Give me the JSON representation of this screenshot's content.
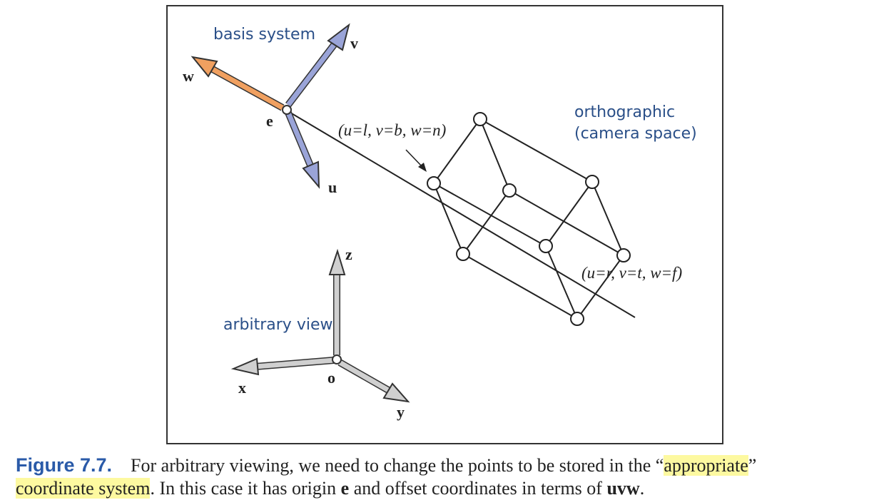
{
  "figure": {
    "labels": {
      "basis_system": "basis system",
      "orthographic_line1": "orthographic",
      "orthographic_line2": "(camera space)",
      "arbitrary_view": "arbitrary view",
      "near_corner": "(u=l, v=b, w=n)",
      "far_corner": "(u=r, v=t, w=f)"
    },
    "axes": {
      "camera": {
        "w": "w",
        "v": "v",
        "u": "u",
        "origin": "e"
      },
      "world": {
        "z": "z",
        "x": "x",
        "y": "y",
        "origin": "o"
      }
    },
    "colors": {
      "w_axis": "#f0a060",
      "uv_axis": "#9aa4d8",
      "world_axis": "#d0d0d0",
      "label_blue": "#2a4f88"
    }
  },
  "caption": {
    "number": "Figure 7.7.",
    "text_a": "For arbitrary viewing, we need to change the points to be stored in the “",
    "highlight_1": "appropriate",
    "text_b": "”",
    "highlight_2": "coordinate system",
    "text_c": ". In this case it has origin ",
    "bold_e": "e",
    "text_d": " and offset coordinates in terms of ",
    "bold_uvw": "uvw",
    "text_e": "."
  }
}
